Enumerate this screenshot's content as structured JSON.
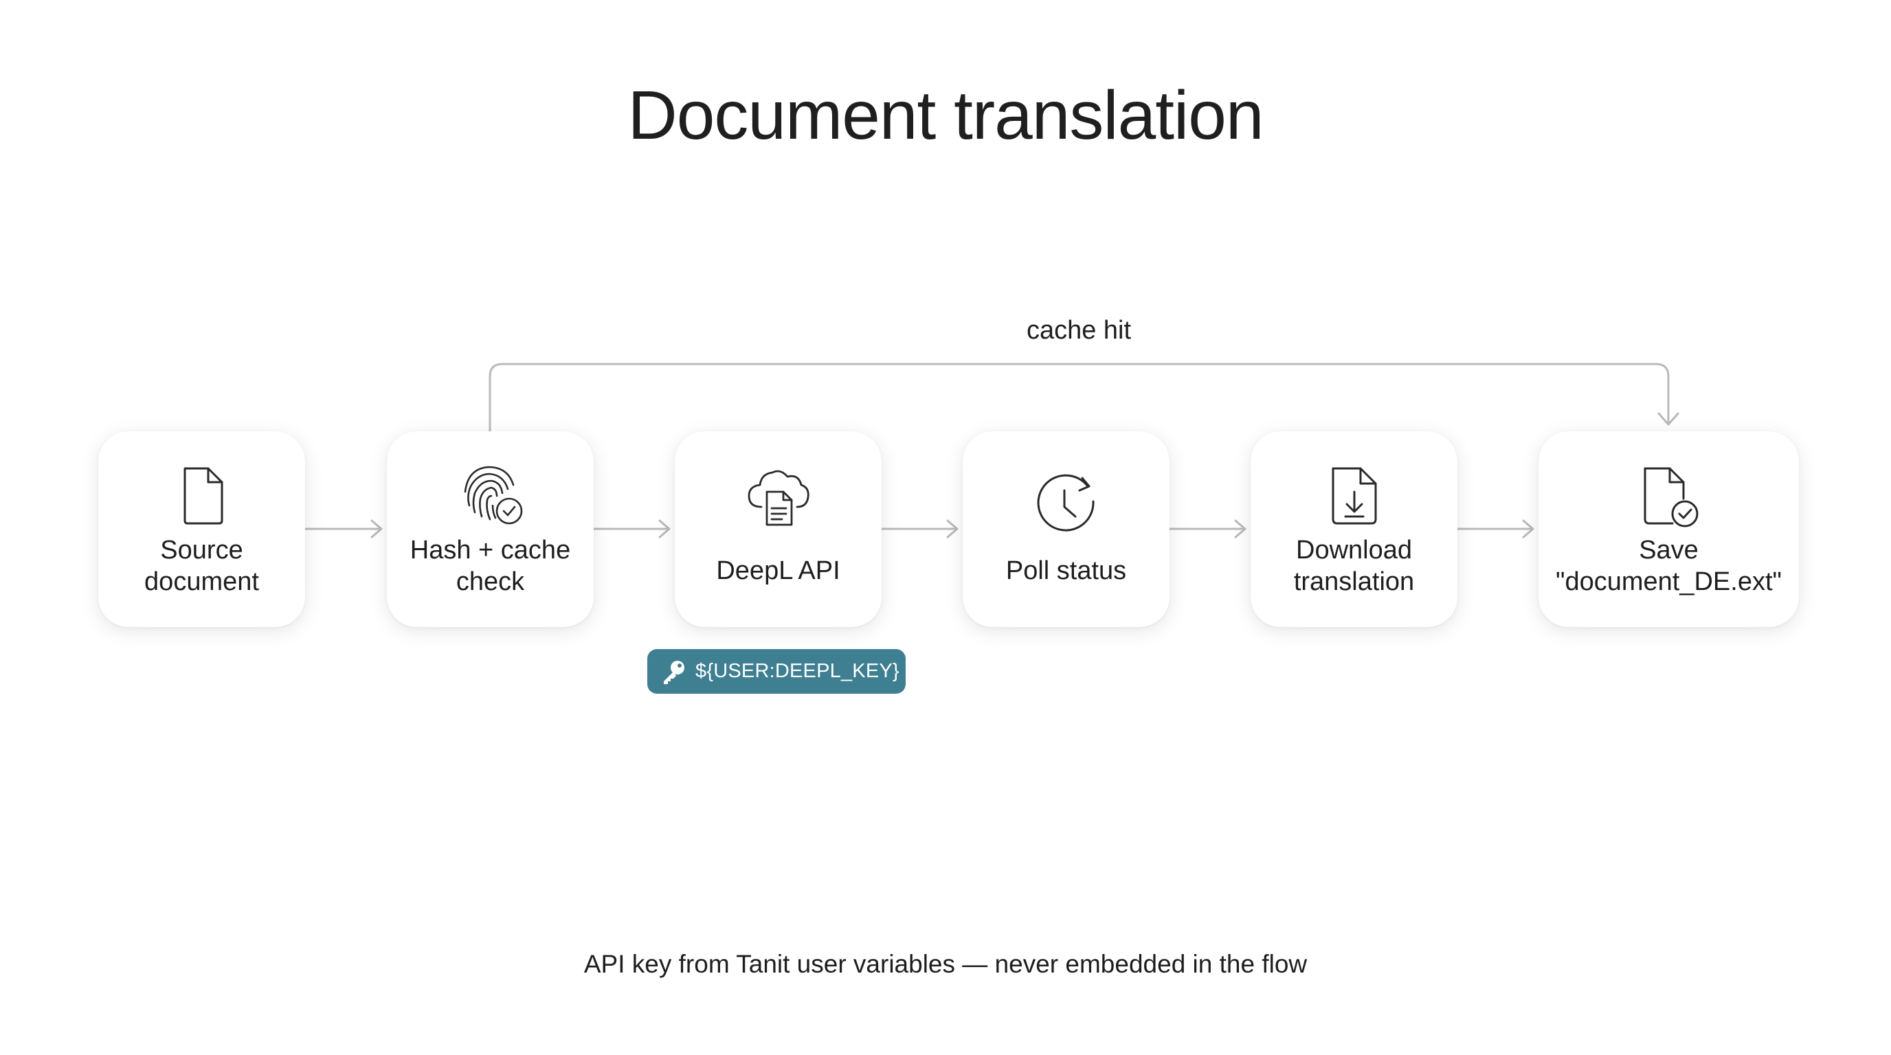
{
  "title": "Document translation",
  "nodes": [
    {
      "id": "source",
      "lines": [
        "Source",
        "document"
      ],
      "icon": "document-icon"
    },
    {
      "id": "hash",
      "lines": [
        "Hash + cache",
        "check"
      ],
      "icon": "fingerprint-check-icon"
    },
    {
      "id": "deepl",
      "lines": [
        "DeepL API"
      ],
      "icon": "cloud-document-icon"
    },
    {
      "id": "poll",
      "lines": [
        "Poll status"
      ],
      "icon": "clock-refresh-icon"
    },
    {
      "id": "download",
      "lines": [
        "Download",
        "translation"
      ],
      "icon": "document-download-icon"
    },
    {
      "id": "save",
      "lines": [
        "Save",
        "\"document_DE.ext\""
      ],
      "icon": "document-check-icon"
    }
  ],
  "cache_hit_label": "cache hit",
  "api_key_badge": {
    "text": "${USER:DEEPL_KEY}",
    "icon": "key-icon",
    "color": "#3e7f92"
  },
  "footnote": "API key from Tanit user variables — never embedded in the flow",
  "colors": {
    "connector": "#b9b9b9",
    "text": "#1e1e1e",
    "card_background": "#ffffff"
  }
}
